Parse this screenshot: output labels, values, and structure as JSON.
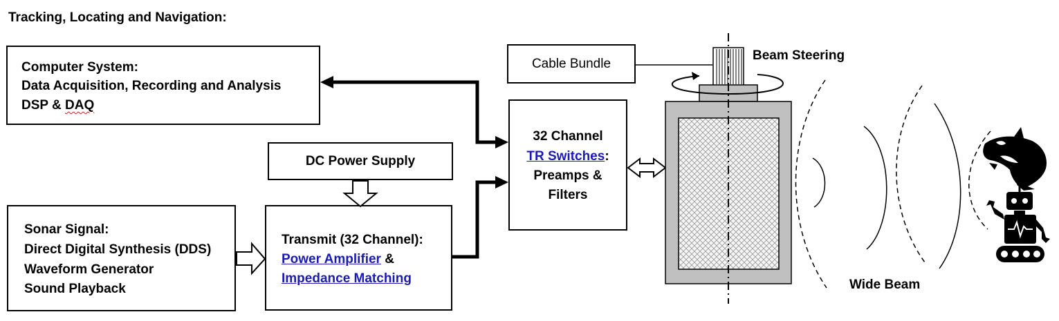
{
  "heading": "Tracking, Locating and Navigation:",
  "computer": {
    "title": "Computer System:",
    "line2": "Data Acquisition, Recording and Analysis",
    "line3a": "DSP & ",
    "line3b": "DAQ"
  },
  "power_supply": {
    "label": "DC Power Supply"
  },
  "sonar": {
    "title": "Sonar Signal:",
    "line2": "Direct Digital Synthesis (DDS)",
    "line3": "Waveform Generator",
    "line4": "Sound Playback"
  },
  "transmit": {
    "title": "Transmit (32 Channel):",
    "link1": "Power Amplifier",
    "amp": " &",
    "link2": "Impedance Matching"
  },
  "tr_switch": {
    "line1": "32 Channel",
    "link": "TR Switches",
    "colon": ":",
    "line3": "Preamps &",
    "line4": "Filters"
  },
  "cable_bundle": {
    "label": "Cable Bundle"
  },
  "beam_steering": {
    "label": "Beam Steering"
  },
  "wide_beam": {
    "label": "Wide Beam"
  },
  "colors": {
    "link": "#1a1ab8",
    "transducer_gray": "#c0c0c0",
    "line": "#000000"
  },
  "icons": [
    "orca-icon",
    "robot-icon",
    "rotation-arrow-icon",
    "double-arrow-icon",
    "down-arrow-icon",
    "right-arrow-icon"
  ]
}
